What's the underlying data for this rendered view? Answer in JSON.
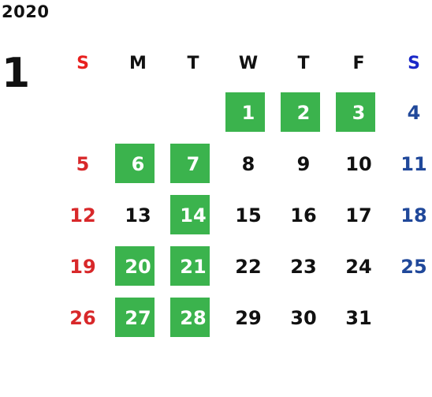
{
  "year": "2020",
  "month": "1",
  "weekdays": [
    "S",
    "M",
    "T",
    "W",
    "T",
    "F",
    "S"
  ],
  "colors": {
    "highlight": "#3bb34d",
    "sunday": "#d8282a",
    "saturday": "#20489a",
    "sunday_header": "#e8201e",
    "saturday_header": "#1a28c8",
    "weekday": "#111111"
  },
  "weeks": [
    [
      null,
      null,
      null,
      {
        "d": "1",
        "hl": true
      },
      {
        "d": "2",
        "hl": true
      },
      {
        "d": "3",
        "hl": true
      },
      {
        "d": "4",
        "hl": false
      }
    ],
    [
      {
        "d": "5",
        "hl": false
      },
      {
        "d": "6",
        "hl": true
      },
      {
        "d": "7",
        "hl": true
      },
      {
        "d": "8",
        "hl": false
      },
      {
        "d": "9",
        "hl": false
      },
      {
        "d": "10",
        "hl": false
      },
      {
        "d": "11",
        "hl": false
      }
    ],
    [
      {
        "d": "12",
        "hl": false
      },
      {
        "d": "13",
        "hl": false
      },
      {
        "d": "14",
        "hl": true
      },
      {
        "d": "15",
        "hl": false
      },
      {
        "d": "16",
        "hl": false
      },
      {
        "d": "17",
        "hl": false
      },
      {
        "d": "18",
        "hl": false
      }
    ],
    [
      {
        "d": "19",
        "hl": false
      },
      {
        "d": "20",
        "hl": true
      },
      {
        "d": "21",
        "hl": true
      },
      {
        "d": "22",
        "hl": false
      },
      {
        "d": "23",
        "hl": false
      },
      {
        "d": "24",
        "hl": false
      },
      {
        "d": "25",
        "hl": false
      }
    ],
    [
      {
        "d": "26",
        "hl": false
      },
      {
        "d": "27",
        "hl": true
      },
      {
        "d": "28",
        "hl": true
      },
      {
        "d": "29",
        "hl": false
      },
      {
        "d": "30",
        "hl": false
      },
      {
        "d": "31",
        "hl": false
      },
      null
    ]
  ]
}
